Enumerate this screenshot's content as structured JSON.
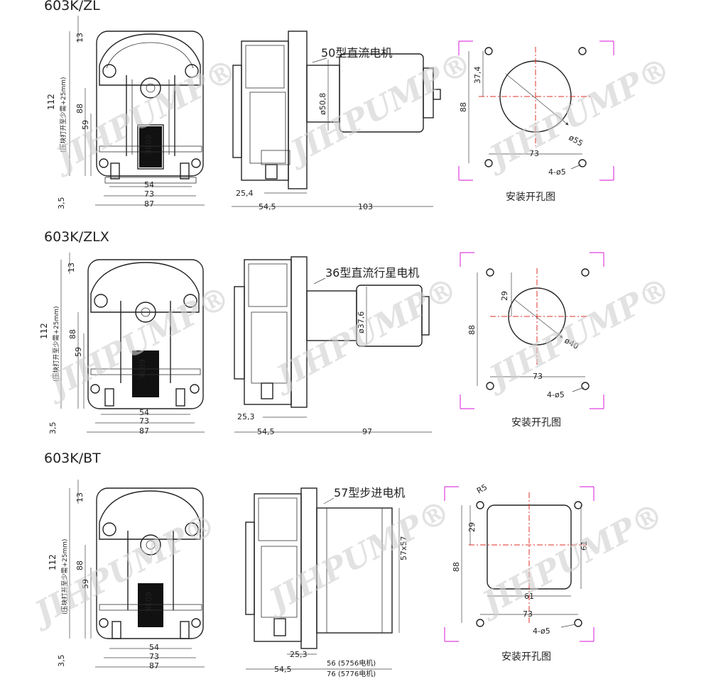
{
  "sections": [
    {
      "title": "603K/ZL",
      "motor_label": "50型直流电机",
      "front_dims": {
        "top": "13",
        "height": "112",
        "height_note": "(压块打开至少需+25mm)",
        "d88": "88",
        "d59": "59",
        "w54": "54",
        "w73": "73",
        "w87": "87",
        "bottom": "3,5"
      },
      "side_dims": {
        "offset": "25,4",
        "depth": "54,5",
        "motor_len": "103",
        "motor_dia": "ø50,8"
      },
      "mount": {
        "d37": "37,4",
        "d88": "88",
        "hole_dia": "ø55",
        "w73": "73",
        "holes": "4-ø5",
        "caption": "安装开孔图"
      }
    },
    {
      "title": "603K/ZLX",
      "motor_label": "36型直流行星电机",
      "front_dims": {
        "top": "13",
        "height": "112",
        "height_note": "(压块打开至少需+25mm)",
        "d88": "88",
        "d59": "59",
        "w54": "54",
        "w73": "73",
        "w87": "87",
        "bottom": "3,5"
      },
      "side_dims": {
        "offset": "25,3",
        "depth": "54,5",
        "motor_len": "97",
        "motor_dia": "ø37,6"
      },
      "mount": {
        "d37": "29",
        "d88": "88",
        "hole_dia": "ø40",
        "w73": "73",
        "holes": "4-ø5",
        "caption": "安装开孔图"
      }
    },
    {
      "title": "603K/BT",
      "motor_label": "57型步进电机",
      "front_dims": {
        "top": "13",
        "height": "112",
        "height_note": "(压块打开至少需+25mm)",
        "d88": "88",
        "d59": "59",
        "w54": "54",
        "w73": "73",
        "w87": "87",
        "bottom": "3,5"
      },
      "side_dims": {
        "offset": "25,3",
        "depth": "54,5",
        "motor_len_a": "56 (5756电机)",
        "motor_len_b": "76 (5776电机)",
        "motor_size": "57x57"
      },
      "mount": {
        "r5": "R5",
        "d29": "29",
        "d88": "88",
        "d61v": "61",
        "d61h": "61",
        "w73": "73",
        "holes": "4-ø5",
        "caption": "安装开孔图"
      }
    }
  ],
  "pump_label": "603K",
  "watermark": "JIHPUMP®"
}
